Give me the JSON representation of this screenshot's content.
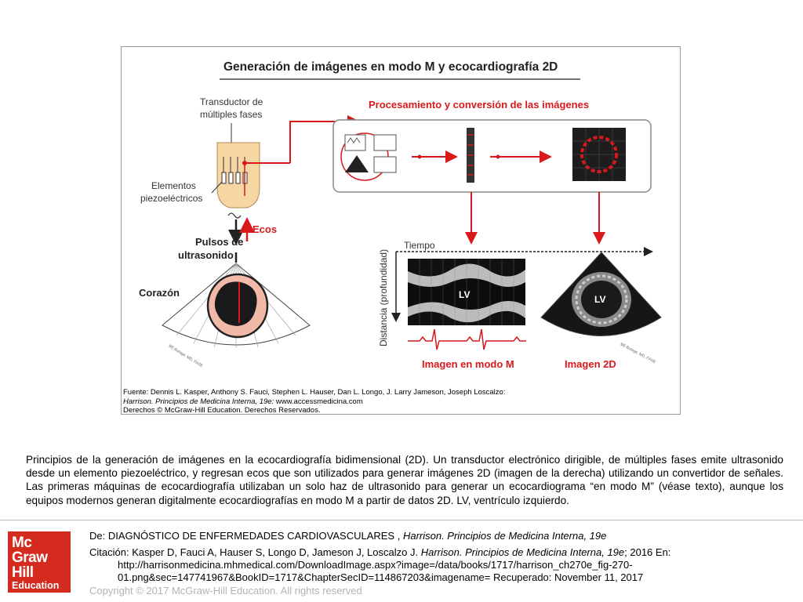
{
  "figure": {
    "title": "Generación de imágenes en modo M y ecocardiografía 2D",
    "labels": {
      "transducer": [
        "Transductor de",
        "múltiples fases"
      ],
      "piezo": [
        "Elementos",
        "piezoeléctricos"
      ],
      "ecos": "Ecos",
      "pulses": [
        "Pulsos de",
        "ultrasonido"
      ],
      "heart": "Corazón",
      "processing": "Procesamiento y conversión de las imágenes",
      "time": "Tiempo",
      "depth": "Distancia (profundidad)",
      "lv_m": "LV",
      "lv_2d": "LV",
      "mmode_title": "Imagen en modo M",
      "twod_title": "Imagen 2D",
      "artist_left": "BE Butage, MD, FASE",
      "artist_right": "BE Butage, MD, FASE"
    },
    "source": {
      "line1": "Fuente: Dennis L. Kasper, Anthony S. Fauci, Stephen L. Hauser, Dan L. Longo, J. Larry Jameson, Joseph Loscalzo:",
      "line2_italic": "Harrison. Principios de Medicina Interna, 19e:",
      "line2_rest": " www.accessmedicina.com",
      "line3": "Derechos © McGraw-Hill Education. Derechos Reservados."
    }
  },
  "caption": "Principios de la generación de imágenes en la ecocardiografía bidimensional (2D). Un transductor electrónico dirigible, de múltiples fases emite ultrasonido desde un elemento piezoeléctrico, y regresan ecos que son utilizados para generar imágenes 2D (imagen de la derecha) utilizando un convertidor de señales. Las primeras máquinas de ecocardiografía utilizaban un solo haz de ultrasonido para generar un ecocardiograma “en modo M” (véase texto), aunque los equipos modernos generan digitalmente ecocardiografías en modo M a partir de datos 2D. LV, ventrículo izquierdo.",
  "footer": {
    "logo": [
      "Mc",
      "Graw",
      "Hill",
      "Education"
    ],
    "from_label": "De: DIAGNÓSTICO DE ENFERMEDADES CARDIOVASCULARES , ",
    "from_book": "Harrison. Principios de Medicina Interna, 19e",
    "citation_label": "Citación: Kasper D, Fauci A, Hauser S, Longo D, Jameson J, Loscalzo J",
    "citation_sep": ". ",
    "citation_book": "Harrison. Principios de Medicina Interna, 19e",
    "citation_rest": "; 2016 En:",
    "citation_url": "http://harrisonmedicina.mhmedical.com/DownloadImage.aspx?image=/data/books/1717/harrison_ch270e_fig-270-",
    "citation_url2": "01.png&sec=147741967&BookID=1717&ChapterSecID=114867203&imagename= Recuperado: November 11, 2017",
    "copyright": "Copyright © 2017 McGraw-Hill Education. All rights reserved"
  },
  "colors": {
    "accent_red": "#d7191c",
    "skin": "#f6d7a4",
    "heart_pink": "#f2b8a8",
    "frame_gray": "#9a9a9a",
    "logo_red": "#d52b1e"
  }
}
